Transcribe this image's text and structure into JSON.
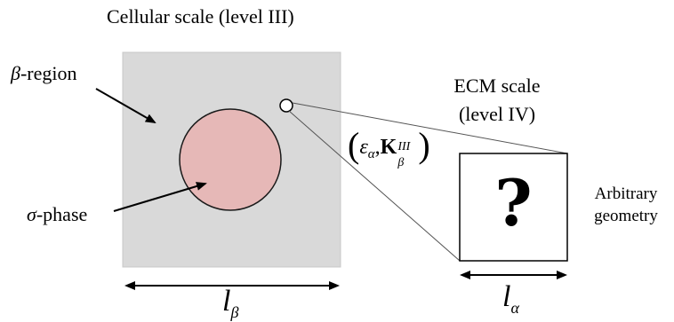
{
  "title_cellular": "Cellular scale (level III)",
  "beta_region": {
    "symbol": "β",
    "text": "-region"
  },
  "sigma_phase": {
    "symbol": "σ",
    "text": "-phase"
  },
  "ecm_title": {
    "line1": "ECM scale",
    "line2": "(level IV)"
  },
  "coupling_label": {
    "open": "(",
    "epsilon": "ε",
    "epsilon_sub": "α",
    "comma": ",",
    "K": "K",
    "K_sub": "β",
    "K_sup": "III",
    "close": ")"
  },
  "question_mark": "?",
  "arbitrary": {
    "line1": "Arbitrary",
    "line2": "geometry"
  },
  "length_beta": {
    "symbol": "l",
    "sub": "β"
  },
  "length_alpha": {
    "symbol": "l",
    "sub": "α"
  },
  "colors": {
    "cellular_fill": "#d9d9d9",
    "cellular_stroke": "#c8c8c8",
    "sigma_fill": "#e6b8b7",
    "stroke": "#000000"
  }
}
